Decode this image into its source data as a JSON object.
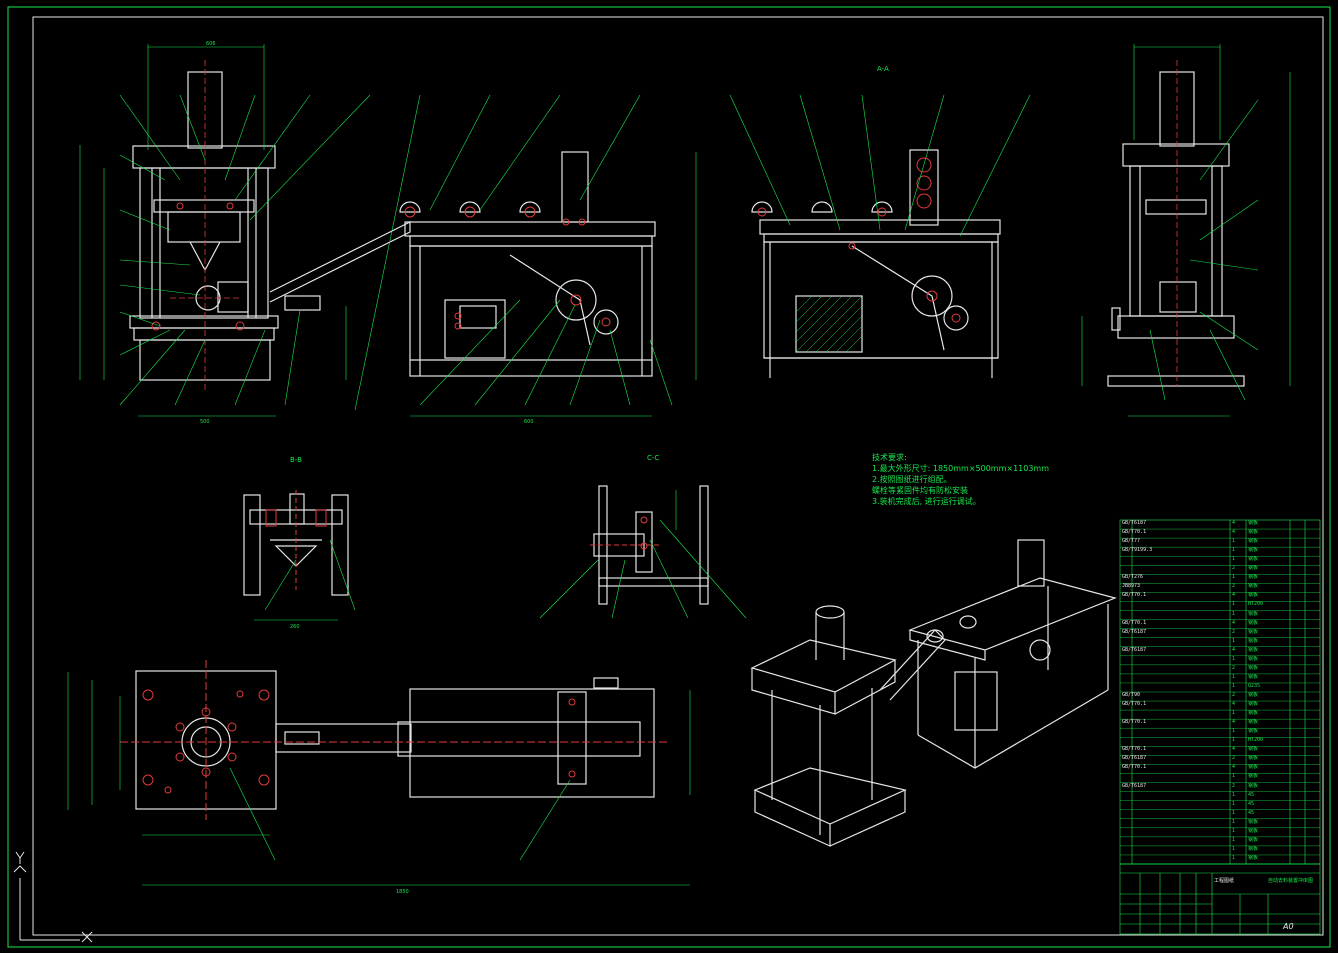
{
  "drawing": {
    "notes_title": "技术要求:",
    "notes": [
      "1.最大外形尺寸: 1850mm×500mm×1103mm",
      "2.按照图纸进行组配。",
      "  螺栓等紧固件均有防松安装",
      "3.装机完成后, 进行运行调试。"
    ],
    "section_labels": [
      "A-A",
      "B-B",
      "C-C"
    ],
    "dimensions": [
      "606",
      "1850",
      "500",
      "600",
      "260"
    ],
    "sheet_size": "A0",
    "title_block": {
      "drawing_title": "自动去料装置冲床图",
      "company": "工程图纸"
    }
  },
  "bom": {
    "rows": [
      {
        "std": "GB/T6187",
        "qty": "4",
        "mat": "钢板"
      },
      {
        "std": "GB/T70.1",
        "qty": "4",
        "mat": "钢板"
      },
      {
        "std": "GB/T77",
        "qty": "1",
        "mat": "钢板"
      },
      {
        "std": "GB/T9199.3",
        "qty": "1",
        "mat": "钢板"
      },
      {
        "std": "",
        "qty": "1",
        "mat": "钢板"
      },
      {
        "std": "",
        "qty": "2",
        "mat": "钢板"
      },
      {
        "std": "GB/T276",
        "qty": "1",
        "mat": "钢板"
      },
      {
        "std": "JB8973",
        "qty": "2",
        "mat": "钢板"
      },
      {
        "std": "GB/T70.1",
        "qty": "4",
        "mat": "钢板"
      },
      {
        "std": "",
        "qty": "1",
        "mat": "HT200"
      },
      {
        "std": "",
        "qty": "1",
        "mat": "钢板"
      },
      {
        "std": "GB/T70.1",
        "qty": "4",
        "mat": "钢板"
      },
      {
        "std": "GB/T6187",
        "qty": "2",
        "mat": "钢板"
      },
      {
        "std": "",
        "qty": "1",
        "mat": "钢板"
      },
      {
        "std": "GB/T6187",
        "qty": "4",
        "mat": "钢板"
      },
      {
        "std": "",
        "qty": "1",
        "mat": "钢板"
      },
      {
        "std": "",
        "qty": "2",
        "mat": "钢板"
      },
      {
        "std": "",
        "qty": "1",
        "mat": "钢板"
      },
      {
        "std": "",
        "qty": "1",
        "mat": "Q235"
      },
      {
        "std": "GB/T90",
        "qty": "2",
        "mat": "钢板"
      },
      {
        "std": "GB/T70.1",
        "qty": "4",
        "mat": "钢板"
      },
      {
        "std": "",
        "qty": "1",
        "mat": "钢板"
      },
      {
        "std": "GB/T70.1",
        "qty": "4",
        "mat": "钢板"
      },
      {
        "std": "",
        "qty": "1",
        "mat": "钢板"
      },
      {
        "std": "",
        "qty": "1",
        "mat": "HT200"
      },
      {
        "std": "GB/T70.1",
        "qty": "4",
        "mat": "钢板"
      },
      {
        "std": "GB/T6187",
        "qty": "2",
        "mat": "钢板"
      },
      {
        "std": "GB/T70.1",
        "qty": "4",
        "mat": "钢板"
      },
      {
        "std": "",
        "qty": "1",
        "mat": "钢板"
      },
      {
        "std": "GB/T6187",
        "qty": "2",
        "mat": "钢板"
      },
      {
        "std": "",
        "qty": "1",
        "mat": "45"
      },
      {
        "std": "",
        "qty": "1",
        "mat": "45"
      },
      {
        "std": "",
        "qty": "1",
        "mat": "45"
      },
      {
        "std": "",
        "qty": "1",
        "mat": "钢板"
      },
      {
        "std": "",
        "qty": "1",
        "mat": "钢板"
      },
      {
        "std": "",
        "qty": "1",
        "mat": "钢板"
      },
      {
        "std": "",
        "qty": "1",
        "mat": "钢板"
      },
      {
        "std": "",
        "qty": "1",
        "mat": "钢板"
      }
    ]
  },
  "colors": {
    "background": "#000000",
    "outline": "#e6e6e6",
    "leader": "#17e84e",
    "center": "#e23a3a",
    "accent": "#c8c8c8"
  }
}
